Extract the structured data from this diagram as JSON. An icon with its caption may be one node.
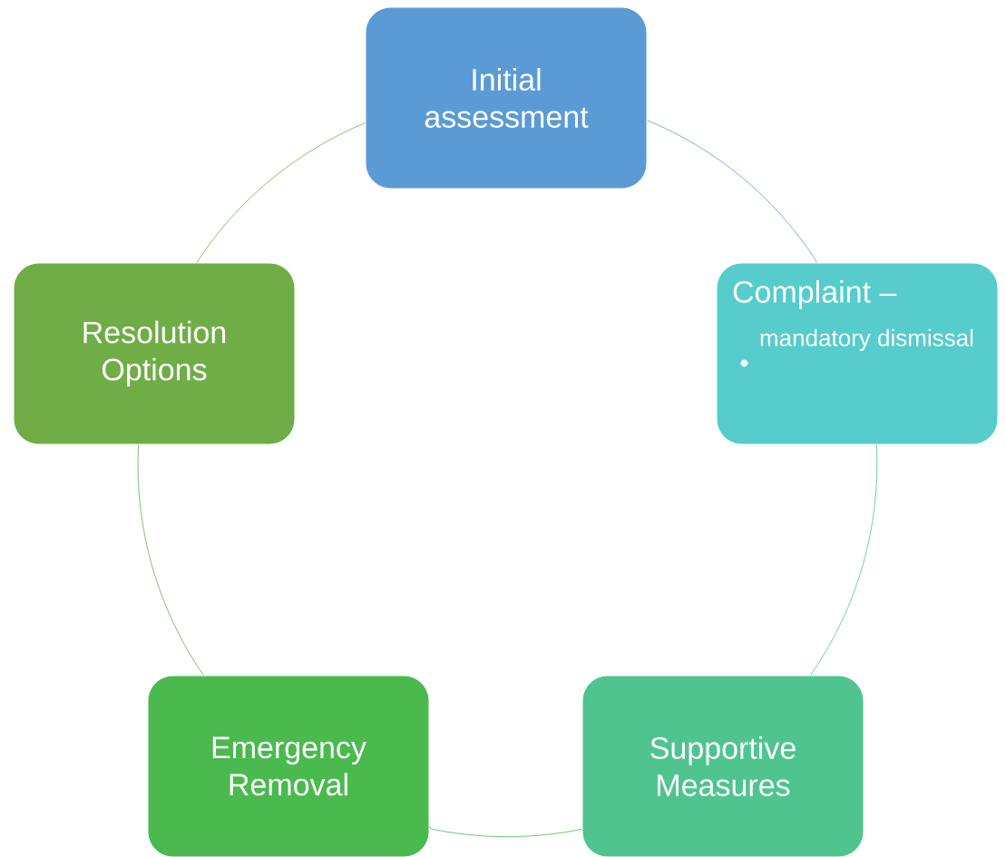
{
  "diagram": {
    "nodes": [
      {
        "text": [
          "Initial assessment"
        ]
      },
      {
        "text": [
          "Complaint –",
          "mandatory dismissal"
        ]
      },
      {
        "text": [
          "Supportive Measures"
        ]
      },
      {
        "text": [
          "Emergency Removal"
        ]
      },
      {
        "text": [
          "Resolution Options"
        ]
      }
    ],
    "edges": [
      {
        "from": 0,
        "to": 1,
        "arrow": "none",
        "color": "#5b9bd5"
      },
      {
        "from": 1,
        "to": 2,
        "arrow": "none",
        "color": "#4fc48f"
      },
      {
        "from": 2,
        "to": 3,
        "arrow": "none",
        "color": "#4aba4e"
      },
      {
        "from": 3,
        "to": 4,
        "arrow": "none",
        "color": "#5cb34a"
      },
      {
        "from": 4,
        "to": 0,
        "arrow": "none",
        "color": "#70ad47"
      }
    ]
  }
}
